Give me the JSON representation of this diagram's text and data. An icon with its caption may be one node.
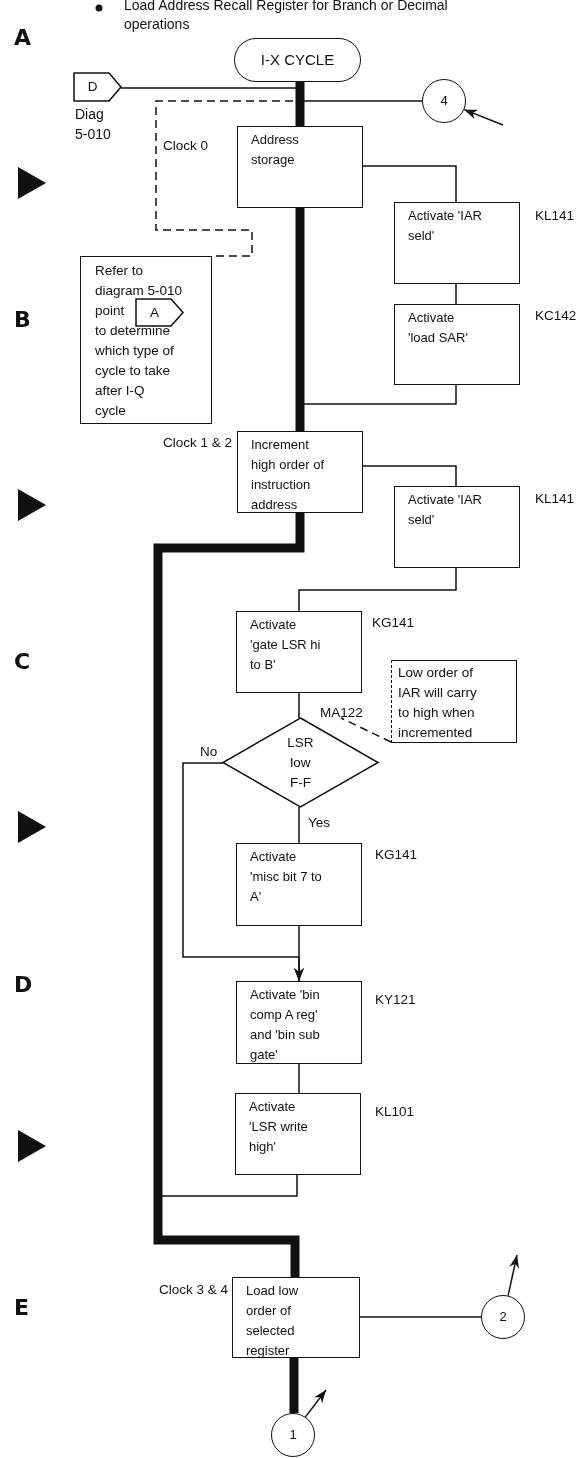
{
  "diagram": {
    "nodes": [
      {
        "text": [
          "I-X CYCLE"
        ]
      },
      {
        "text": [
          "D"
        ],
        "beside": [
          "Diag 5-010"
        ]
      },
      {
        "text": [
          "4"
        ]
      },
      {
        "text": [
          "Address storage"
        ],
        "beside": [
          "Clock 0"
        ]
      },
      {
        "text": [
          "Activate 'IAR seld'"
        ],
        "beside": [
          "KL141"
        ]
      },
      {
        "text": [
          "Refer to diagram 5-010 point",
          "to determine which type of cycle to take after I-Q cycle"
        ]
      },
      {
        "text": [
          "A"
        ],
        "in": 5
      },
      {
        "text": [
          "Activate 'load SAR'"
        ],
        "beside": [
          "KC142"
        ]
      },
      {
        "text": [
          "Increment high order of instruction address"
        ],
        "beside": [
          "Clock 1 & 2"
        ]
      },
      {
        "text": [
          "Activate 'IAR seld'"
        ],
        "beside": [
          "KL141"
        ]
      },
      {
        "text": [
          "Activate 'gate LSR hi to B'"
        ],
        "beside": [
          "KG141"
        ]
      },
      {
        "text": [
          "Low order of IAR will carry to high when incremented"
        ]
      },
      {
        "text": [
          "LSR low F-F"
        ],
        "beside": [
          "MA122"
        ]
      },
      {
        "text": [
          "Activate 'misc bit 7 to A'"
        ],
        "beside": [
          "KG141"
        ]
      },
      {
        "text": [
          "Activate 'bin comp A reg' and 'bin sub gate'"
        ],
        "beside": [
          "KY121"
        ]
      },
      {
        "text": [
          "Activate 'LSR write high'"
        ],
        "beside": [
          "KL101"
        ]
      },
      {
        "text": [
          "Load low order of selected register"
        ],
        "beside": [
          "Clock 3 & 4"
        ]
      },
      {
        "text": [
          "2"
        ]
      },
      {
        "text": [
          "1"
        ]
      }
    ],
    "edges": [
      {
        "from": 0,
        "to": 3,
        "arrow": "none",
        "style": "thick"
      },
      {
        "from": 1,
        "to": 3,
        "arrow": "none"
      },
      {
        "from": 2,
        "to": 3,
        "arrow": "none"
      },
      {
        "from": null,
        "to": 2,
        "arrow": "to"
      },
      {
        "from": 0,
        "to": 5,
        "arrow": "none",
        "style": "dashed"
      },
      {
        "from": 3,
        "to": 4,
        "arrow": "none"
      },
      {
        "from": 4,
        "to": 7,
        "arrow": "none"
      },
      {
        "from": 7,
        "to": 8,
        "arrow": "none"
      },
      {
        "from": 3,
        "to": 8,
        "arrow": "none",
        "style": "thick"
      },
      {
        "from": 8,
        "to": 9,
        "arrow": "none"
      },
      {
        "from": 9,
        "to": 10,
        "arrow": "none"
      },
      {
        "from": 8,
        "to": 16,
        "arrow": "none",
        "style": "thick"
      },
      {
        "from": 10,
        "to": 12,
        "arrow": "none"
      },
      {
        "from": 11,
        "to": 12,
        "arrow": "none",
        "style": "dashed"
      },
      {
        "from": 12,
        "to": 13,
        "arrow": "none",
        "label": "Yes"
      },
      {
        "from": 12,
        "to": 14,
        "arrow": "to",
        "label": "No"
      },
      {
        "from": 13,
        "to": 14,
        "arrow": "to"
      },
      {
        "from": 14,
        "to": 15,
        "arrow": "none"
      },
      {
        "from": 15,
        "to": 16,
        "arrow": "none"
      },
      {
        "from": 16,
        "to": 17,
        "arrow": "none"
      },
      {
        "from": 16,
        "to": 18,
        "arrow": "none",
        "style": "thick"
      },
      {
        "from": 17,
        "to": null,
        "arrow": "to"
      },
      {
        "from": 18,
        "to": null,
        "arrow": "to"
      }
    ],
    "labels": [
      "Load Address Recall Register for Branch or Decimal operations",
      "A",
      "B",
      "C",
      "D",
      "E"
    ]
  }
}
